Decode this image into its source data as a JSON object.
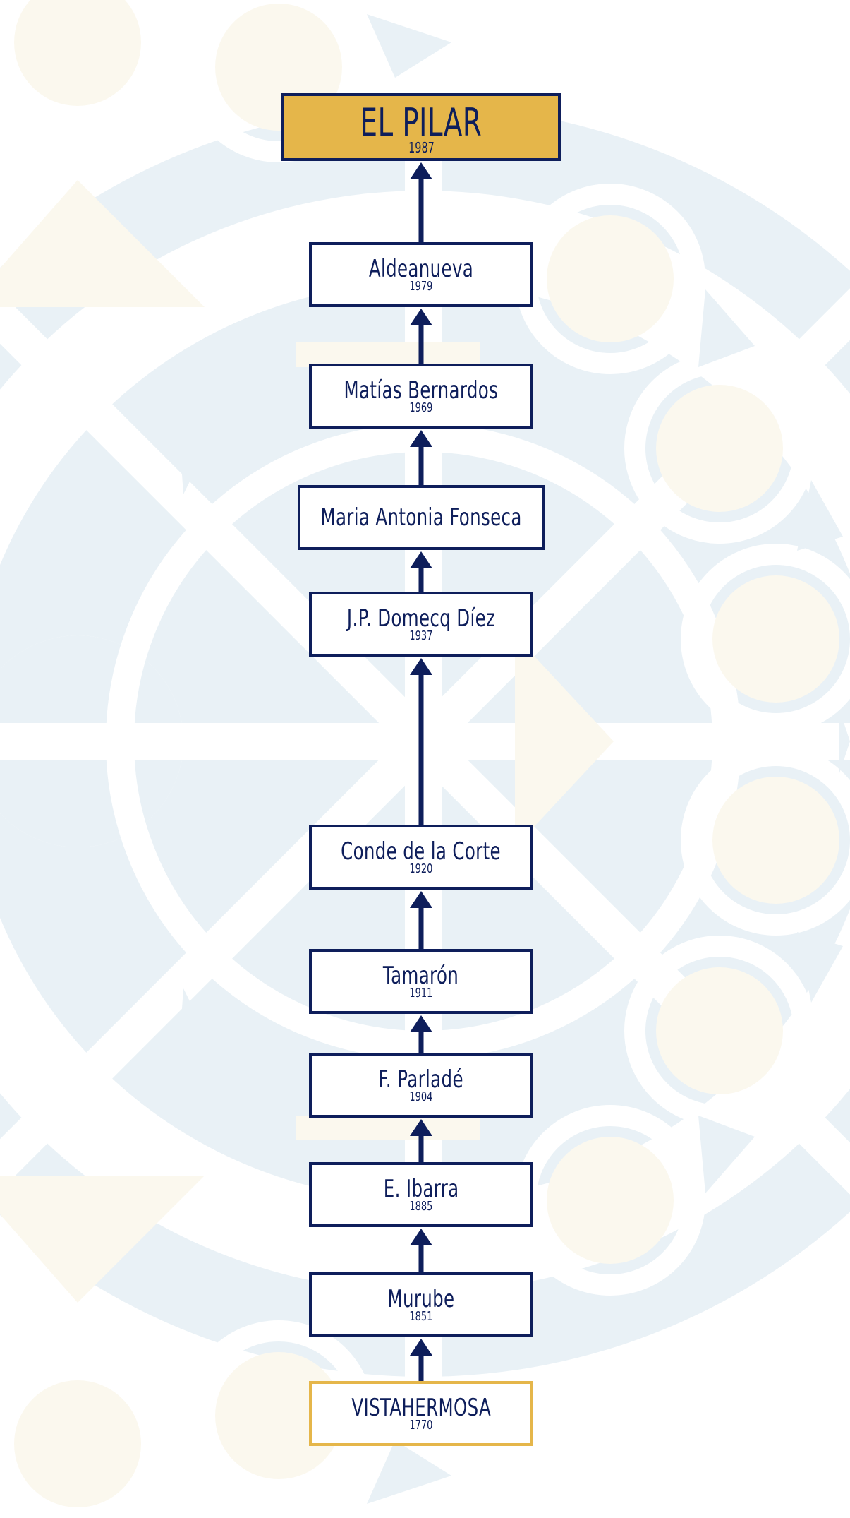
{
  "colors": {
    "navy": "#0e1e5b",
    "gold": "#e5b64a",
    "background_blue": "#e9f1f6",
    "background_cream": "#fbf8ee"
  },
  "lineage": [
    {
      "name": "EL PILAR",
      "year": "1987"
    },
    {
      "name": "Aldeanueva",
      "year": "1979"
    },
    {
      "name": "Matías Bernardos",
      "year": "1969"
    },
    {
      "name": "Maria Antonia Fonseca",
      "year": ""
    },
    {
      "name": "J.P. Domecq Díez",
      "year": "1937"
    },
    {
      "name": "Conde de la Corte",
      "year": "1920"
    },
    {
      "name": "Tamarón",
      "year": "1911"
    },
    {
      "name": "F. Parladé",
      "year": "1904"
    },
    {
      "name": "E. Ibarra",
      "year": "1885"
    },
    {
      "name": "Murube",
      "year": "1851"
    },
    {
      "name": "VISTAHERMOSA",
      "year": "1770"
    }
  ]
}
